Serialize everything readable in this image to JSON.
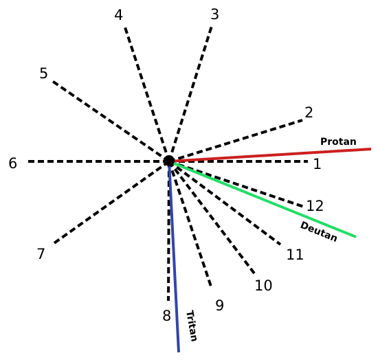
{
  "spokes": [
    {
      "label": "1"
    },
    {
      "label": "2"
    },
    {
      "label": "3"
    },
    {
      "label": "4"
    },
    {
      "label": "5"
    },
    {
      "label": "6"
    },
    {
      "label": "7"
    },
    {
      "label": "8"
    },
    {
      "label": "9"
    },
    {
      "label": "10"
    },
    {
      "label": "11"
    },
    {
      "label": "12"
    }
  ],
  "confusion_lines": {
    "protan": {
      "label": "Protan",
      "color": "#cc1f1f"
    },
    "deutan": {
      "label": "Deutan",
      "color": "#22dd66"
    },
    "tritan": {
      "label": "Tritan",
      "color": "#3344aa"
    }
  }
}
